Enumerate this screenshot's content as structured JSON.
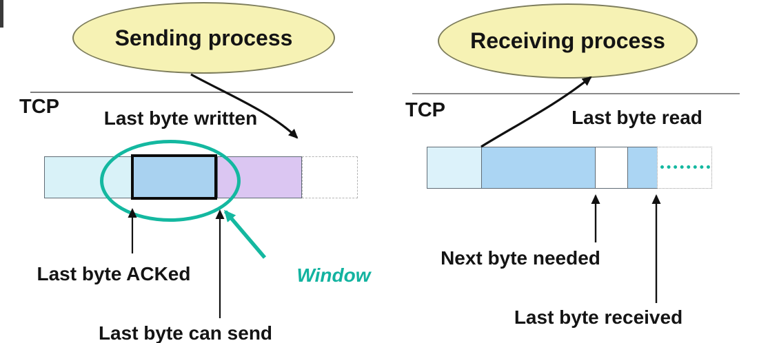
{
  "sender": {
    "process": "Sending process",
    "tcp": "TCP",
    "last_byte_written": "Last byte written",
    "last_byte_acked": "Last byte ACKed",
    "last_byte_can_send": "Last byte can send",
    "window": "Window"
  },
  "receiver": {
    "process": "Receiving process",
    "tcp": "TCP",
    "last_byte_read": "Last byte read",
    "next_byte_needed": "Next byte needed",
    "last_byte_received": "Last byte received"
  },
  "colors": {
    "process_fill": "#f6f2b4",
    "process_stroke": "#7d7d5c",
    "acked_data_segment": "#d9f2f8",
    "window_segment": "#a9d2f0",
    "sent_not_acked_segment": "#dbc6f2",
    "free_segment": "#ffffff",
    "read_data_segment": "#dcf2fa",
    "received_data_segment": "#abd5f3",
    "teal_accent": "#14b8a0",
    "arrow_black": "#111111",
    "text": "#141414"
  }
}
